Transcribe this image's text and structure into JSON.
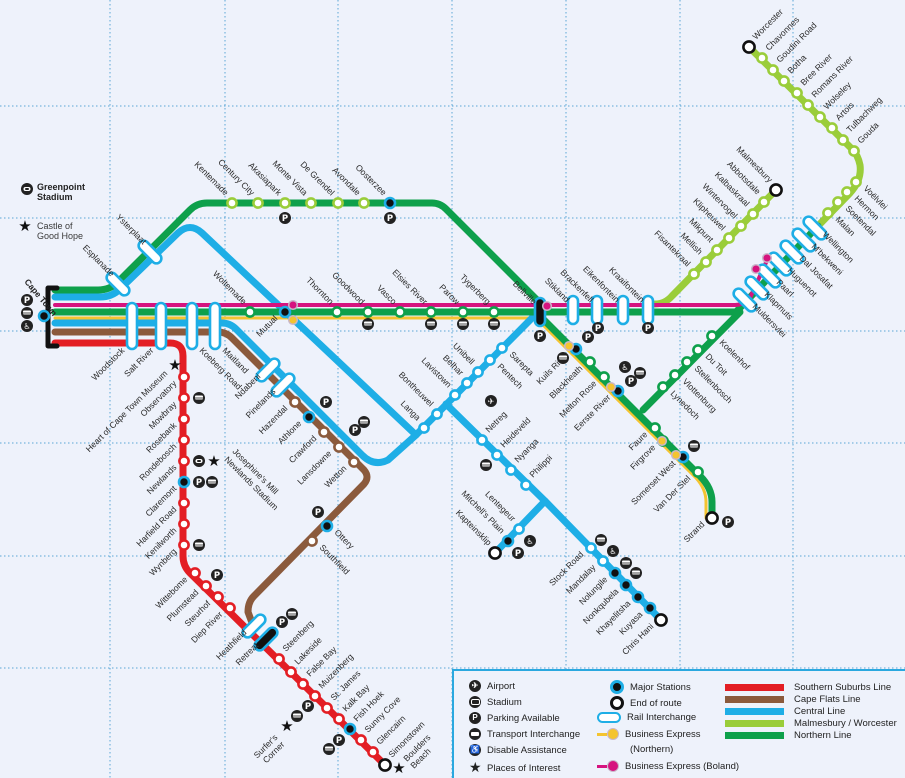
{
  "places": {
    "greenpoint": [
      "Greenpoint",
      "Stadium"
    ],
    "castle": [
      "Castle of",
      "Good Hope"
    ],
    "cape_town": "Cape Town",
    "heart_museum": "Heart of Cape Town Museum",
    "josephines": "Josephine's Mill",
    "newlands_stadium": "Newlands Stadium",
    "surfers": [
      "Surfer's",
      "Corner"
    ],
    "boulders": [
      "Boulders",
      "Beach"
    ]
  },
  "colors": {
    "southern": "#e31e24",
    "capeflats": "#8b5a3c",
    "central": "#1eaee6",
    "malmesbury": "#9acd3a",
    "northern": "#0ea04b",
    "business_northern": "#f4c430",
    "business_boland": "#d6137f",
    "background": "#eef2fb"
  },
  "groups": {
    "trunk": [
      {
        "name": "Woodstock",
        "type": "interchange"
      },
      {
        "name": "Salt River",
        "type": "interchange"
      },
      {
        "name": "Koeberg Road",
        "type": "interchange"
      },
      {
        "name": "Maitland",
        "type": "interchange"
      }
    ],
    "northern_top": [
      {
        "name": "Esplanade",
        "type": "interchange"
      },
      {
        "name": "Ysterplaat",
        "type": "interchange"
      },
      {
        "name": "Kentemade",
        "type": "normal"
      },
      {
        "name": "Century City",
        "type": "normal"
      },
      {
        "name": "Akasiapark",
        "type": "normal"
      },
      {
        "name": "Monte Vista",
        "type": "normal"
      },
      {
        "name": "De Grendel",
        "type": "normal"
      },
      {
        "name": "Avondale",
        "type": "normal"
      },
      {
        "name": "Oosterzee",
        "type": "major"
      }
    ],
    "northern_mid": [
      {
        "name": "Woltemade",
        "type": "normal"
      },
      {
        "name": "Mutual",
        "type": "major"
      },
      {
        "name": "Thornton",
        "type": "normal"
      },
      {
        "name": "Goodwood",
        "type": "normal"
      },
      {
        "name": "Vasco",
        "type": "normal"
      },
      {
        "name": "Elsies River",
        "type": "normal"
      },
      {
        "name": "Parow",
        "type": "normal"
      },
      {
        "name": "Tygerberg",
        "type": "normal"
      },
      {
        "name": "Bellville",
        "type": "bar"
      },
      {
        "name": "Stikland",
        "type": "interchange"
      },
      {
        "name": "Brackenfell",
        "type": "interchange"
      },
      {
        "name": "Eikenfontein",
        "type": "interchange"
      },
      {
        "name": "Kraaifontein",
        "type": "interchange"
      }
    ],
    "strand": [
      {
        "name": "Kuils River",
        "type": "major"
      },
      {
        "name": "Blackheath",
        "type": "normal"
      },
      {
        "name": "Melton Rose",
        "type": "normal"
      },
      {
        "name": "Eerste River",
        "type": "major"
      },
      {
        "name": "Faure",
        "type": "normal"
      },
      {
        "name": "Firgrove",
        "type": "normal"
      },
      {
        "name": "Somerset West",
        "type": "major"
      },
      {
        "name": "Van Der Stel",
        "type": "normal"
      },
      {
        "name": "Strand",
        "type": "end"
      }
    ],
    "stellenbosch": [
      {
        "name": "Lynedoch",
        "type": "normal"
      },
      {
        "name": "Vlottenburg",
        "type": "normal"
      },
      {
        "name": "Stellenbosch",
        "type": "normal"
      },
      {
        "name": "Du Toit",
        "type": "normal"
      },
      {
        "name": "Koelenhof",
        "type": "normal"
      }
    ],
    "wellington": [
      {
        "name": "Muldersvlei",
        "type": "interchange"
      },
      {
        "name": "Klapmuts",
        "type": "interchange"
      },
      {
        "name": "Paarl",
        "type": "interchange"
      },
      {
        "name": "Huguenot",
        "type": "interchange"
      },
      {
        "name": "Dal Josafat",
        "type": "interchange"
      },
      {
        "name": "M'bekweni",
        "type": "interchange"
      },
      {
        "name": "Wellington",
        "type": "interchange"
      }
    ],
    "worcester": [
      {
        "name": "Malan",
        "type": "normal"
      },
      {
        "name": "Soetendal",
        "type": "normal"
      },
      {
        "name": "Hermon",
        "type": "normal"
      },
      {
        "name": "Voëlvlei",
        "type": "normal"
      },
      {
        "name": "Gouda",
        "type": "normal"
      },
      {
        "name": "Tulbachweg",
        "type": "normal"
      },
      {
        "name": "Artois",
        "type": "normal"
      },
      {
        "name": "Wolseley",
        "type": "normal"
      },
      {
        "name": "Romans River",
        "type": "normal"
      },
      {
        "name": "Bree River",
        "type": "normal"
      },
      {
        "name": "Botha",
        "type": "normal"
      },
      {
        "name": "Goudini Road",
        "type": "normal"
      },
      {
        "name": "Chavonnes",
        "type": "normal"
      },
      {
        "name": "Worcester",
        "type": "end"
      }
    ],
    "malmesbury": [
      {
        "name": "Fisantekraal",
        "type": "normal"
      },
      {
        "name": "Mellish",
        "type": "normal"
      },
      {
        "name": "Mikpunt",
        "type": "normal"
      },
      {
        "name": "Klipheuwel",
        "type": "normal"
      },
      {
        "name": "Wintervogel",
        "type": "normal"
      },
      {
        "name": "Kalbaskraal",
        "type": "normal"
      },
      {
        "name": "Abbotsdale",
        "type": "normal"
      },
      {
        "name": "Malmesbury",
        "type": "end"
      }
    ],
    "central": [
      {
        "name": "Sarepta",
        "type": "normal"
      },
      {
        "name": "Pentech",
        "type": "normal"
      },
      {
        "name": "Unibell",
        "type": "normal"
      },
      {
        "name": "Belhar",
        "type": "normal"
      },
      {
        "name": "Lavistown",
        "type": "normal"
      },
      {
        "name": "Bontheuwel",
        "type": "normal"
      },
      {
        "name": "Langa",
        "type": "normal"
      },
      {
        "name": "Netreg",
        "type": "normal"
      },
      {
        "name": "Heideveld",
        "type": "normal"
      },
      {
        "name": "Nyanga",
        "type": "normal"
      },
      {
        "name": "Philippi",
        "type": "normal"
      },
      {
        "name": "Stock Road",
        "type": "normal"
      },
      {
        "name": "Mandalay",
        "type": "normal"
      },
      {
        "name": "Nolungile",
        "type": "major"
      },
      {
        "name": "Nonkqubela",
        "type": "major"
      },
      {
        "name": "Khayelitsha",
        "type": "major"
      },
      {
        "name": "Kuyasa",
        "type": "major"
      },
      {
        "name": "Chris Hani",
        "type": "end"
      }
    ],
    "mitchells": [
      {
        "name": "Lentegeur",
        "type": "normal"
      },
      {
        "name": "Mitchell's Plain",
        "type": "major"
      },
      {
        "name": "Kapteinsklip",
        "type": "end"
      }
    ],
    "capeflats": [
      {
        "name": "Ndabeni",
        "type": "interchange"
      },
      {
        "name": "Pinelands",
        "type": "interchange"
      },
      {
        "name": "Hazendal",
        "type": "normal"
      },
      {
        "name": "Athlone",
        "type": "major"
      },
      {
        "name": "Crawford",
        "type": "normal"
      },
      {
        "name": "Lansdowne",
        "type": "normal"
      },
      {
        "name": "Wetton",
        "type": "normal"
      },
      {
        "name": "Ottery",
        "type": "major"
      },
      {
        "name": "Southfield",
        "type": "normal"
      }
    ],
    "southern": [
      {
        "name": "Observatory",
        "type": "normal"
      },
      {
        "name": "Mowbray",
        "type": "normal"
      },
      {
        "name": "Rosebank",
        "type": "normal"
      },
      {
        "name": "Rondebosch",
        "type": "normal"
      },
      {
        "name": "Newlands",
        "type": "normal"
      },
      {
        "name": "Claremont",
        "type": "major"
      },
      {
        "name": "Harfield Road",
        "type": "normal"
      },
      {
        "name": "Kenilworth",
        "type": "normal"
      },
      {
        "name": "Wynberg",
        "type": "normal"
      },
      {
        "name": "Wittebome",
        "type": "normal"
      },
      {
        "name": "Plumstead",
        "type": "normal"
      },
      {
        "name": "Steurhof",
        "type": "normal"
      },
      {
        "name": "Diep River",
        "type": "normal"
      },
      {
        "name": "Heathfield",
        "type": "interchange"
      },
      {
        "name": "Retreat",
        "type": "bar"
      },
      {
        "name": "Steenberg",
        "type": "normal"
      },
      {
        "name": "Lakeside",
        "type": "normal"
      },
      {
        "name": "False Bay",
        "type": "normal"
      },
      {
        "name": "Muizenberg",
        "type": "normal"
      },
      {
        "name": "St. James",
        "type": "normal"
      },
      {
        "name": "Kalk Bay",
        "type": "normal"
      },
      {
        "name": "Fish Hoek",
        "type": "major"
      },
      {
        "name": "Sunny Cove",
        "type": "normal"
      },
      {
        "name": "Glencairn",
        "type": "normal"
      },
      {
        "name": "Simonstown",
        "type": "end"
      }
    ]
  },
  "legend": {
    "symbols": [
      {
        "icon": "airport",
        "label": "Airport"
      },
      {
        "icon": "stadium",
        "label": "Stadium"
      },
      {
        "icon": "parking",
        "label": "Parking Available"
      },
      {
        "icon": "transport",
        "label": "Transport Interchange"
      },
      {
        "icon": "disabled",
        "label": "Disable Assistance"
      },
      {
        "icon": "star",
        "label": "Places of Interest"
      }
    ],
    "stations": [
      {
        "icon": "major",
        "label": "Major Stations"
      },
      {
        "icon": "end",
        "label": "End of route"
      },
      {
        "icon": "interchange",
        "label": "Rail Interchange"
      },
      {
        "icon": "business-northern",
        "label": "Business Express"
      },
      {
        "icon": "none",
        "label": "(Northern)"
      },
      {
        "icon": "business-boland",
        "label": "Business Express (Boland)"
      }
    ],
    "lines": [
      {
        "label": "Southern Suburbs Line",
        "color": "#e31e24"
      },
      {
        "label": "Cape Flats Line",
        "color": "#8b5a3c"
      },
      {
        "label": "Central Line",
        "color": "#1eaee6"
      },
      {
        "label": "Malmesbury / Worcester",
        "color": "#9acd3a"
      },
      {
        "label": "Northern Line",
        "color": "#0ea04b"
      }
    ]
  }
}
